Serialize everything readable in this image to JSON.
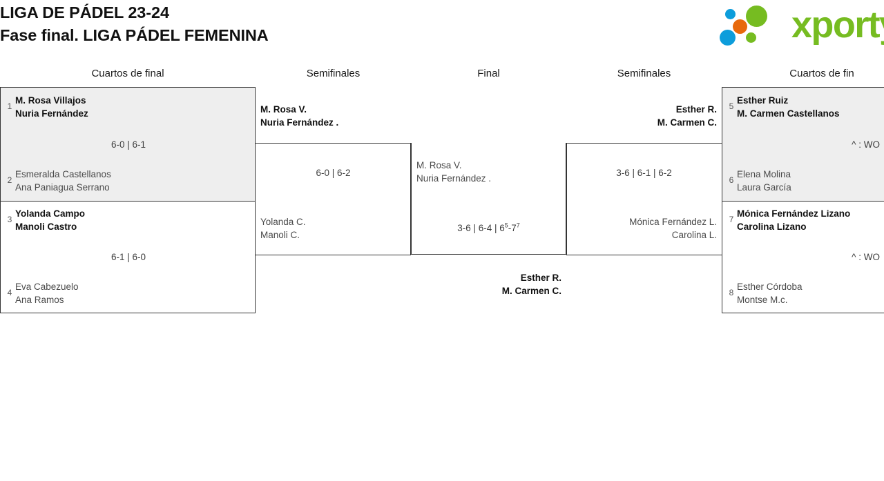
{
  "header": {
    "title_line1": "LIGA DE PÁDEL 23-24",
    "title_line2": "Fase final. LIGA PÁDEL FEMENINA",
    "logo_text": "xporty",
    "logo_colors": {
      "green": "#76bc21",
      "blue": "#0d9ddb",
      "orange": "#e8690b"
    }
  },
  "rounds": [
    {
      "label": "Cuartos de final"
    },
    {
      "label": "Semifinales"
    },
    {
      "label": "Final"
    },
    {
      "label": "Semifinales"
    },
    {
      "label": "Cuartos de fin"
    }
  ],
  "matches": {
    "qf1": {
      "top": {
        "seed": "1",
        "player1": "M. Rosa Villajos",
        "player2": "Nuria Fernández"
      },
      "bottom": {
        "seed": "2",
        "player1": "Esmeralda Castellanos",
        "player2": "Ana Paniagua Serrano"
      },
      "score": "6-0 | 6-1"
    },
    "qf2": {
      "top": {
        "seed": "3",
        "player1": "Yolanda Campo",
        "player2": "Manoli Castro"
      },
      "bottom": {
        "seed": "4",
        "player1": "Eva Cabezuelo",
        "player2": "Ana Ramos"
      },
      "score": "6-1 | 6-0"
    },
    "qf3": {
      "top": {
        "seed": "5",
        "player1": "Esther Ruiz",
        "player2": "M. Carmen Castellanos"
      },
      "bottom": {
        "seed": "6",
        "player1": "Elena Molina",
        "player2": "Laura García"
      },
      "score": "^ : WO"
    },
    "qf4": {
      "top": {
        "seed": "7",
        "player1": "Mónica Fernández Lizano",
        "player2": "Carolina Lizano"
      },
      "bottom": {
        "seed": "8",
        "player1": "Esther Córdoba",
        "player2": "Montse M.c."
      },
      "score": "^ : WO"
    },
    "sf_left": {
      "top": {
        "player1": "M. Rosa V.",
        "player2": "Nuria Fernández ."
      },
      "bottom": {
        "player1": "Yolanda C.",
        "player2": "Manoli C."
      },
      "score": "6-0 | 6-2"
    },
    "sf_right": {
      "top": {
        "player1": "Esther R.",
        "player2": "M. Carmen C."
      },
      "bottom": {
        "player1": "Mónica Fernández L.",
        "player2": "Carolina L."
      },
      "score": "3-6 | 6-1 | 6-2"
    },
    "final": {
      "top": {
        "player1": "M. Rosa V.",
        "player2": "Nuria Fernández ."
      },
      "bottom": {
        "player1": "Esther R.",
        "player2": "M. Carmen C."
      },
      "score_part1": "3-6 | 6-4 | 6",
      "score_sup1": "5",
      "score_part2": "-7",
      "score_sup2": "7"
    }
  }
}
